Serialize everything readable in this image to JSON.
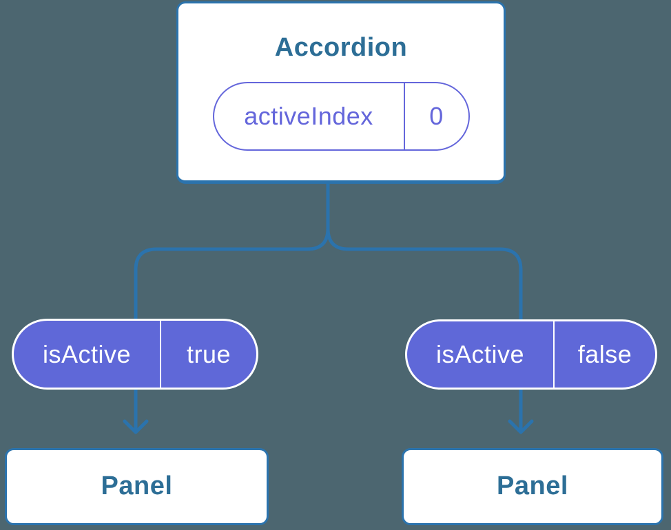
{
  "diagram": {
    "description": "React component tree showing state passed down as props",
    "root": {
      "title": "Accordion",
      "state": {
        "name": "activeIndex",
        "value": "0"
      }
    },
    "children": [
      {
        "component": "Panel",
        "prop": {
          "name": "isActive",
          "value": "true"
        }
      },
      {
        "component": "Panel",
        "prop": {
          "name": "isActive",
          "value": "false"
        }
      }
    ]
  },
  "colors": {
    "background": "#4C6670",
    "connector_blue": "#2B73AD",
    "heading_blue": "#2D6E96",
    "card_white": "#FFFFFF",
    "pill_fill_purple": "#5F68D8",
    "pill_accent_purple": "#6466DB"
  }
}
